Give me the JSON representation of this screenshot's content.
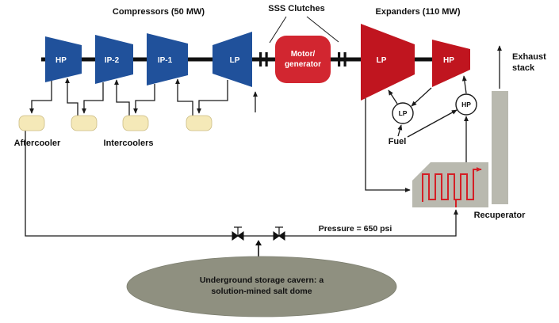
{
  "titles": {
    "compressors": "Compressors (50 MW)",
    "clutches": "SSS Clutches",
    "expanders": "Expanders (110 MW)"
  },
  "compressors": [
    {
      "label": "HP"
    },
    {
      "label": "IP-2"
    },
    {
      "label": "IP-1"
    },
    {
      "label": "LP"
    }
  ],
  "motor": {
    "line1": "Motor/",
    "line2": "generator"
  },
  "expanders": [
    {
      "label": "LP"
    },
    {
      "label": "HP"
    }
  ],
  "combustors": [
    {
      "label": "LP"
    },
    {
      "label": "HP"
    }
  ],
  "labels": {
    "exhaust_line1": "Exhaust",
    "exhaust_line2": "stack",
    "aftercooler": "Aftercooler",
    "intercoolers": "Intercoolers",
    "fuel": "Fuel",
    "recuperator": "Recuperator",
    "pressure": "Pressure = 650 psi",
    "cavern_line1": "Underground storage cavern: a",
    "cavern_line2": "solution-mined salt dome"
  },
  "colors": {
    "compressor_blue": "#20519b",
    "motor_red": "#d22630",
    "expander_red": "#c0151f",
    "cooler_cream": "#f5e9b8",
    "equipment_gray": "#b9b9af",
    "cavern_gray": "#8f9080",
    "coil_red": "#d41f26"
  }
}
